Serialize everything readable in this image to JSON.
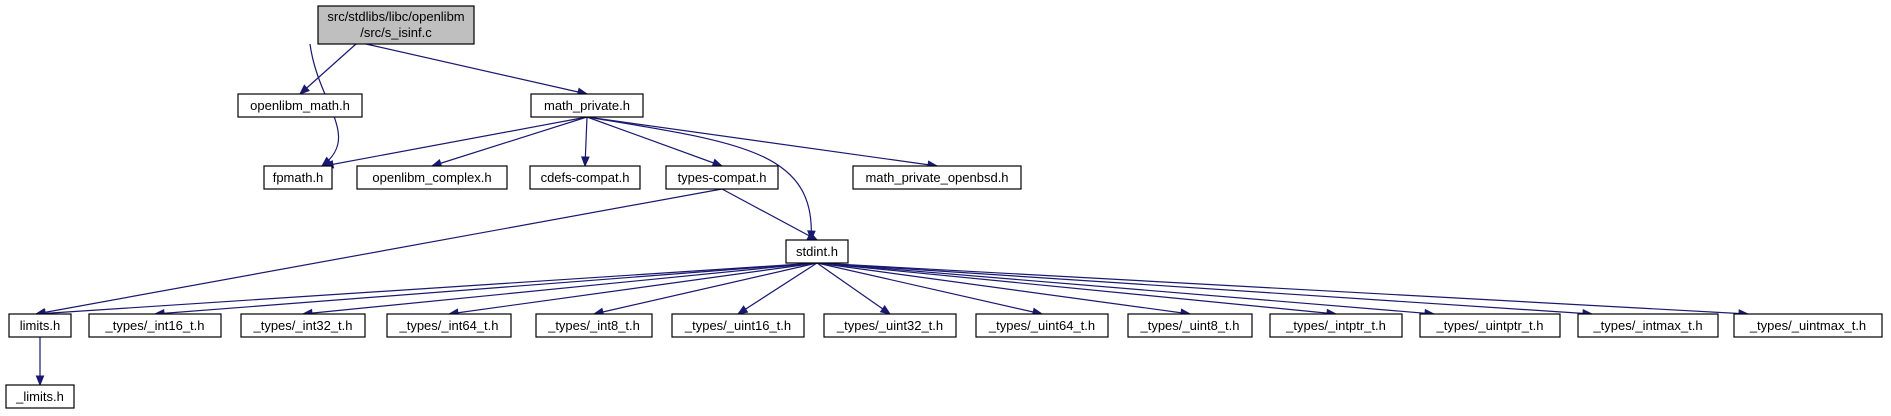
{
  "graph": {
    "root": {
      "id": "root",
      "lines": [
        "src/stdlibs/libc/openlibm",
        "/src/s_isinf.c"
      ]
    },
    "nodes": [
      {
        "id": "openlibm_math",
        "label": "openlibm_math.h"
      },
      {
        "id": "math_private",
        "label": "math_private.h"
      },
      {
        "id": "fpmath",
        "label": "fpmath.h"
      },
      {
        "id": "openlibm_complex",
        "label": "openlibm_complex.h"
      },
      {
        "id": "cdefs_compat",
        "label": "cdefs-compat.h"
      },
      {
        "id": "types_compat",
        "label": "types-compat.h"
      },
      {
        "id": "math_private_openbsd",
        "label": "math_private_openbsd.h"
      },
      {
        "id": "stdint",
        "label": "stdint.h"
      },
      {
        "id": "limits",
        "label": "limits.h"
      },
      {
        "id": "int16",
        "label": "_types/_int16_t.h"
      },
      {
        "id": "int32",
        "label": "_types/_int32_t.h"
      },
      {
        "id": "int64",
        "label": "_types/_int64_t.h"
      },
      {
        "id": "int8",
        "label": "_types/_int8_t.h"
      },
      {
        "id": "uint16",
        "label": "_types/_uint16_t.h"
      },
      {
        "id": "uint32",
        "label": "_types/_uint32_t.h"
      },
      {
        "id": "uint64",
        "label": "_types/_uint64_t.h"
      },
      {
        "id": "uint8",
        "label": "_types/_uint8_t.h"
      },
      {
        "id": "intptr",
        "label": "_types/_intptr_t.h"
      },
      {
        "id": "uintptr",
        "label": "_types/_uintptr_t.h"
      },
      {
        "id": "intmax",
        "label": "_types/_intmax_t.h"
      },
      {
        "id": "uintmax",
        "label": "_types/_uintmax_t.h"
      },
      {
        "id": "_limits",
        "label": "_limits.h"
      }
    ],
    "edges": [
      [
        "root",
        "openlibm_math"
      ],
      [
        "root",
        "math_private"
      ],
      [
        "root",
        "fpmath"
      ],
      [
        "math_private",
        "fpmath"
      ],
      [
        "math_private",
        "openlibm_complex"
      ],
      [
        "math_private",
        "cdefs_compat"
      ],
      [
        "math_private",
        "types_compat"
      ],
      [
        "math_private",
        "stdint"
      ],
      [
        "math_private",
        "math_private_openbsd"
      ],
      [
        "types_compat",
        "limits"
      ],
      [
        "types_compat",
        "stdint"
      ],
      [
        "stdint",
        "limits"
      ],
      [
        "stdint",
        "int16"
      ],
      [
        "stdint",
        "int32"
      ],
      [
        "stdint",
        "int64"
      ],
      [
        "stdint",
        "int8"
      ],
      [
        "stdint",
        "uint16"
      ],
      [
        "stdint",
        "uint32"
      ],
      [
        "stdint",
        "uint64"
      ],
      [
        "stdint",
        "uint8"
      ],
      [
        "stdint",
        "intptr"
      ],
      [
        "stdint",
        "uintptr"
      ],
      [
        "stdint",
        "intmax"
      ],
      [
        "stdint",
        "uintmax"
      ],
      [
        "limits",
        "_limits"
      ]
    ],
    "colors": {
      "edge": "#191970",
      "root_fill": "#bfbfbf",
      "node_fill": "#ffffff",
      "border": "#000000"
    }
  }
}
